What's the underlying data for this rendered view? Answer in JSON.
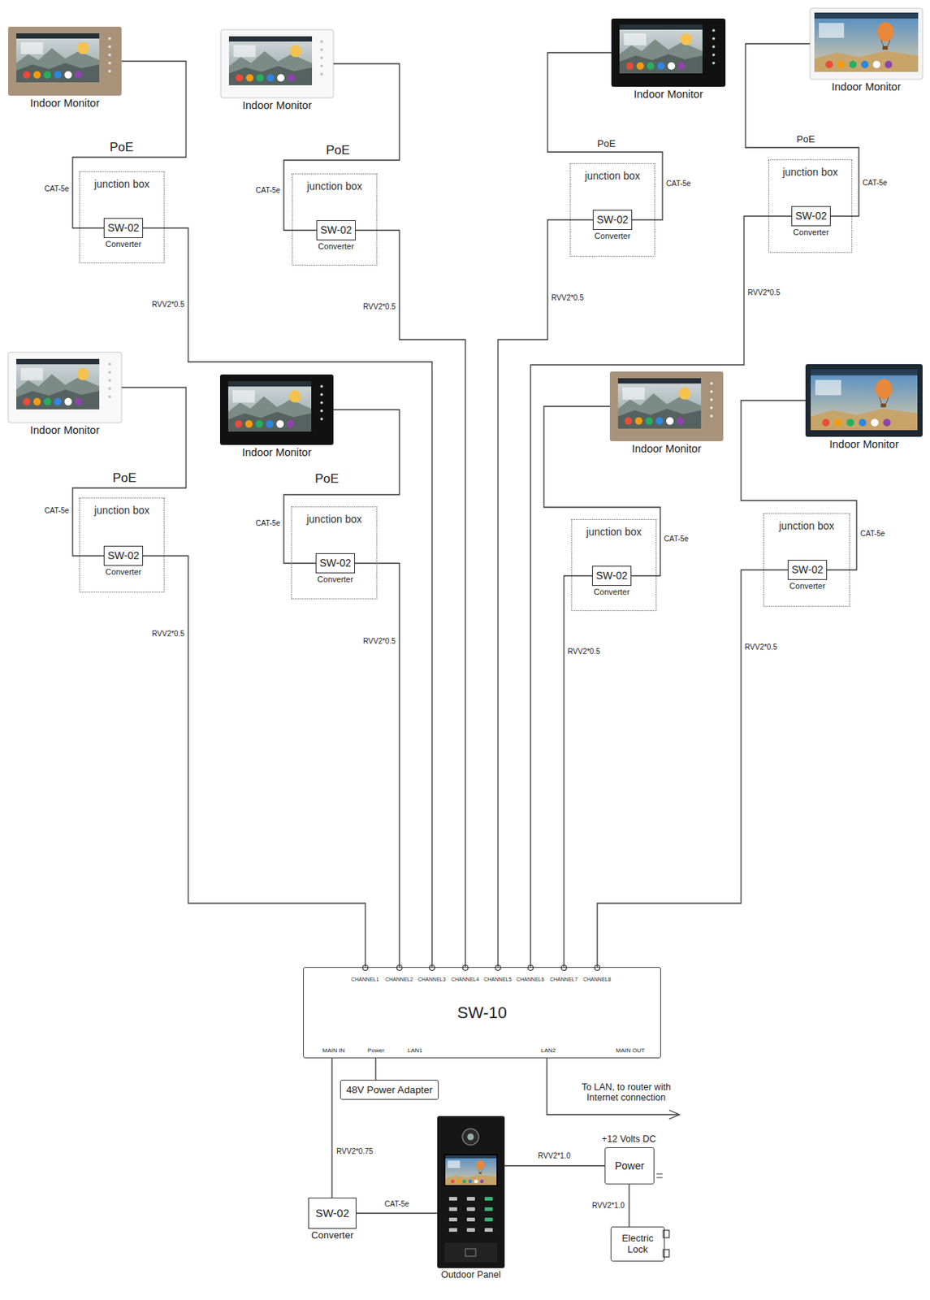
{
  "diagram": {
    "nodes": [
      {
        "text": [
          "Indoor Monitor"
        ]
      },
      {
        "text": [
          "Indoor Monitor"
        ]
      },
      {
        "text": [
          "Indoor Monitor"
        ]
      },
      {
        "text": [
          "Indoor Monitor"
        ]
      },
      {
        "text": [
          "junction box"
        ]
      },
      {
        "text": [
          "SW-02",
          "Converter"
        ],
        "in": 4
      },
      {
        "text": [
          "junction box"
        ]
      },
      {
        "text": [
          "SW-02",
          "Converter"
        ],
        "in": 6
      },
      {
        "text": [
          "junction box"
        ]
      },
      {
        "text": [
          "SW-02",
          "Converter"
        ],
        "in": 8
      },
      {
        "text": [
          "junction box"
        ]
      },
      {
        "text": [
          "SW-02",
          "Converter"
        ],
        "in": 10
      },
      {
        "text": [
          "Indoor Monitor"
        ]
      },
      {
        "text": [
          "Indoor Monitor"
        ]
      },
      {
        "text": [
          "Indoor Monitor"
        ]
      },
      {
        "text": [
          "Indoor Monitor"
        ]
      },
      {
        "text": [
          "junction box"
        ]
      },
      {
        "text": [
          "SW-02",
          "Converter"
        ],
        "in": 16
      },
      {
        "text": [
          "junction box"
        ]
      },
      {
        "text": [
          "SW-02",
          "Converter"
        ],
        "in": 18
      },
      {
        "text": [
          "junction box"
        ]
      },
      {
        "text": [
          "SW-02",
          "Converter"
        ],
        "in": 20
      },
      {
        "text": [
          "junction box"
        ]
      },
      {
        "text": [
          "SW-02",
          "Converter"
        ],
        "in": 22
      },
      {
        "text": [
          "SW-10"
        ]
      },
      {
        "text": [
          "48V Power Adapter"
        ]
      },
      {
        "text": [
          "SW-02",
          "Converter"
        ]
      },
      {
        "text": [
          "Outdoor Panel"
        ]
      },
      {
        "text": [
          "Power"
        ]
      },
      {
        "text": [
          "Electric Lock"
        ]
      }
    ],
    "edges": [
      {
        "from": 0,
        "to": 5,
        "arrow": "none",
        "label": "CAT-5e"
      },
      {
        "from": 1,
        "to": 7,
        "arrow": "none",
        "label": "CAT-5e"
      },
      {
        "from": 2,
        "to": 9,
        "arrow": "none",
        "label": "CAT-5e"
      },
      {
        "from": 3,
        "to": 11,
        "arrow": "none",
        "label": "CAT-5e"
      },
      {
        "from": 12,
        "to": 17,
        "arrow": "none",
        "label": "CAT-5e"
      },
      {
        "from": 13,
        "to": 19,
        "arrow": "none",
        "label": "CAT-5e"
      },
      {
        "from": 14,
        "to": 21,
        "arrow": "none",
        "label": "CAT-5e"
      },
      {
        "from": 15,
        "to": 23,
        "arrow": "none",
        "label": "CAT-5e"
      },
      {
        "from": 5,
        "to": 24,
        "arrow": "none",
        "label": "RVV2*0.5"
      },
      {
        "from": 7,
        "to": 24,
        "arrow": "none",
        "label": "RVV2*0.5"
      },
      {
        "from": 9,
        "to": 24,
        "arrow": "none",
        "label": "RVV2*0.5"
      },
      {
        "from": 11,
        "to": 24,
        "arrow": "none",
        "label": "RVV2*0.5"
      },
      {
        "from": 17,
        "to": 24,
        "arrow": "none",
        "label": "RVV2*0.5"
      },
      {
        "from": 19,
        "to": 24,
        "arrow": "none",
        "label": "RVV2*0.5"
      },
      {
        "from": 21,
        "to": 24,
        "arrow": "none",
        "label": "RVV2*0.5"
      },
      {
        "from": 23,
        "to": 24,
        "arrow": "none",
        "label": "RVV2*0.5"
      },
      {
        "from": 24,
        "to": 25,
        "arrow": "none"
      },
      {
        "from": 24,
        "to": 26,
        "arrow": "none",
        "label": "RVV2*0.75"
      },
      {
        "from": 26,
        "to": 27,
        "arrow": "none",
        "label": "CAT-5e"
      },
      {
        "from": 27,
        "to": 28,
        "arrow": "none",
        "label": "RVV2*1.0"
      },
      {
        "from": 28,
        "to": 29,
        "arrow": "none",
        "label": "RVV2*1.0"
      }
    ],
    "labels": [
      "PoE",
      "PoE",
      "PoE",
      "PoE",
      "PoE",
      "PoE",
      "CHANNEL1",
      "CHANNEL2",
      "CHANNEL3",
      "CHANNEL4",
      "CHANNEL5",
      "CHANNEL6",
      "CHANNEL7",
      "CHANNEL8",
      "MAIN IN",
      "Power",
      "LAN1",
      "LAN2",
      "MAIN OUT",
      "To LAN, to router with Internet connection",
      "+12 Volts DC"
    ]
  }
}
